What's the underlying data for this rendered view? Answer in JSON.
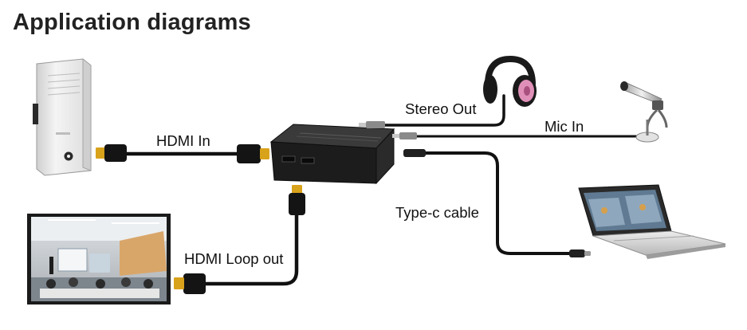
{
  "title": "Application diagrams",
  "labels": {
    "hdmi_in": "HDMI In",
    "hdmi_loop_out": "HDMI Loop out",
    "stereo_out": "Stereo Out",
    "mic_in": "Mic In",
    "type_c_cable": "Type-c cable"
  },
  "icons": {
    "pc": "desktop-computer-icon",
    "display": "classroom-display-icon",
    "capture": "capture-device-icon",
    "headphones": "headphones-icon",
    "microphone": "microphone-icon",
    "laptop": "laptop-icon"
  },
  "colors": {
    "cable": "#111111",
    "hdmi_gold": "#d9a21b",
    "headphone_pink": "#e090b8",
    "device_body": "#1c1c1c"
  }
}
